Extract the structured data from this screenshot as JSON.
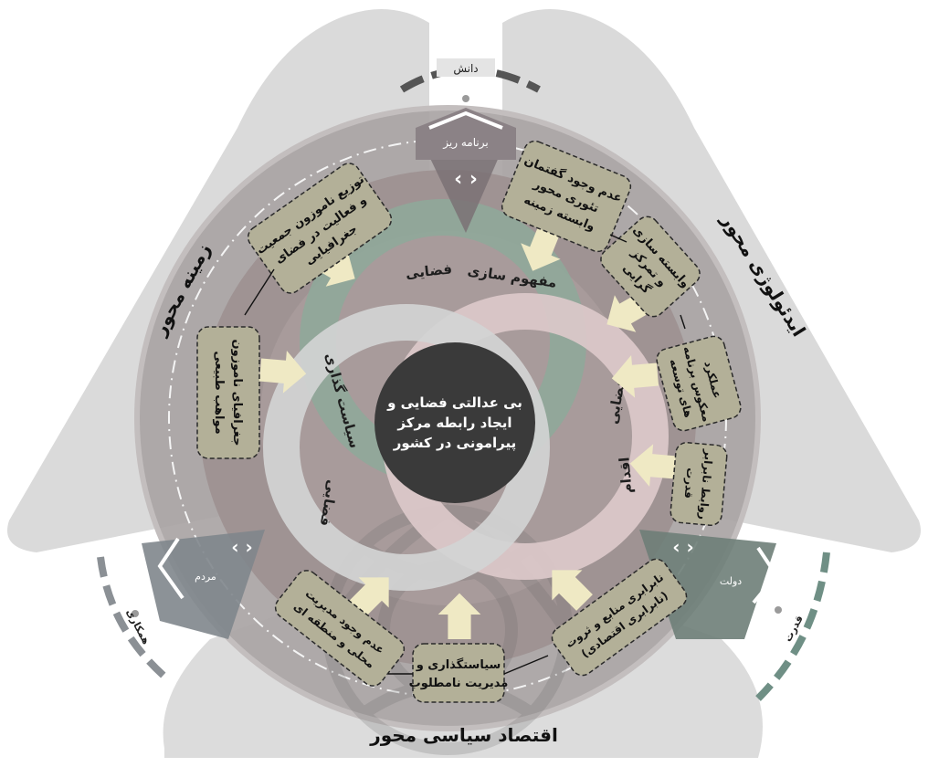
{
  "center": {
    "line1": "بی عدالتی فضایی و",
    "line2": "ایجاد رابطه مرکز",
    "line3": "پیرامونی در کشور"
  },
  "rings": {
    "top_word1": "مفهوم سازی",
    "top_word2": "فضایی",
    "left_word1": "سیاست گذاری",
    "left_word2": "فضایی",
    "right_word1": "اقدام",
    "right_word2": "فضایی"
  },
  "axes": {
    "left": "زمینه محور",
    "right": "ایدئولوژی محور",
    "bottom": "اقتصاد سیاسی محور"
  },
  "actors": {
    "top": "برنامه ریز",
    "left": "مردم",
    "right": "دولت"
  },
  "connectors": {
    "top": "دانش",
    "left": "همکاری",
    "right": "قدرت"
  },
  "boxes": [
    {
      "id": "b1",
      "lines": [
        "عدم وجود گفتمان",
        "تئوری محور",
        "وابسته زمینه"
      ]
    },
    {
      "id": "b2",
      "lines": [
        "وابسته سازی",
        "و تمرکز",
        "گرایی"
      ]
    },
    {
      "id": "b3",
      "lines": [
        "عملکرد",
        "معکوس برنامه",
        "های توسعه"
      ]
    },
    {
      "id": "b4",
      "lines": [
        "روابط نابرابر",
        "قدرت"
      ]
    },
    {
      "id": "b5",
      "lines": [
        "نابرابری منابع و ثروت",
        "(نابرابری اقتصادی)"
      ]
    },
    {
      "id": "b6",
      "lines": [
        "سیاستگذاری و",
        "مدیریت نامطلوب"
      ]
    },
    {
      "id": "b7",
      "lines": [
        "عدم وجود مدیریت",
        "محلی و منطقه ای"
      ]
    },
    {
      "id": "b8",
      "lines": [
        "جغرافیای ناموزون",
        "مواهب طبیعی"
      ]
    },
    {
      "id": "b9",
      "lines": [
        "توزیع ناموزون جمعیت",
        "و فعالیت در فضای",
        "جغرافیایی"
      ]
    }
  ],
  "colors": {
    "outer_shape": "#d9d9d9",
    "ring_outer": "#a5a0a0",
    "ring_inner": "#9e9191",
    "box_fill": "#b3b098",
    "arrow": "#efe9c4",
    "green_ring": "#8fa99a",
    "pink_ring": "#dcc9ca",
    "grey_ring": "#cfd2d2",
    "center": "#3c3c3c",
    "connector_top": "#555555",
    "connector_left": "#8b9095",
    "connector_right": "#6f8f85"
  }
}
